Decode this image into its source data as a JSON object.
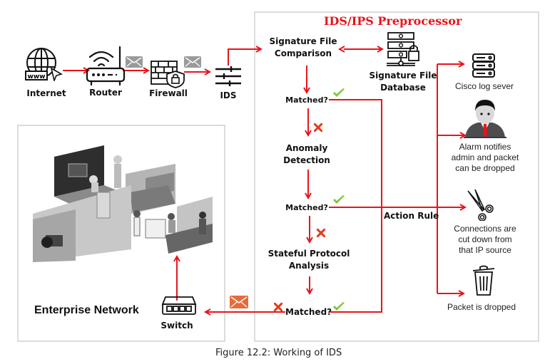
{
  "colors": {
    "flow": "#e8141b",
    "check": "#7cc73a",
    "cross": "#e33b1e",
    "envelope_gray": "#9a9a9a",
    "envelope_orange": "#e86a3a",
    "panel_border": "#dcdcdc"
  },
  "top_flow": {
    "nodes": [
      {
        "id": "internet",
        "label": "Internet",
        "icon": "globe-www-icon"
      },
      {
        "id": "router",
        "label": "Router",
        "icon": "wifi-router-icon"
      },
      {
        "id": "firewall",
        "label": "Firewall",
        "icon": "firewall-lock-icon"
      },
      {
        "id": "ids",
        "label": "IDS",
        "icon": "sliders-icon"
      }
    ]
  },
  "preprocessor": {
    "title": "IDS/IPS Preprocessor",
    "signature_comparison": [
      "Signature File",
      "Comparison"
    ],
    "signature_database": [
      "Signature File",
      "Database"
    ],
    "anomaly_detection": [
      "Anomaly",
      "Detection"
    ],
    "stateful_protocol": [
      "Stateful Protocol",
      "Analysis"
    ],
    "matched_label": "Matched?",
    "action_rule": "Action Rule"
  },
  "actions": [
    {
      "id": "log",
      "icon": "server-icon",
      "lines": [
        "Cisco log sever"
      ]
    },
    {
      "id": "alarm",
      "icon": "admin-person-icon",
      "lines": [
        "Alarm notifies",
        "admin and packet",
        "can be dropped"
      ]
    },
    {
      "id": "cut",
      "icon": "scissors-icon",
      "lines": [
        "Connections are",
        "cut down from",
        "that IP source"
      ]
    },
    {
      "id": "drop",
      "icon": "trash-can-icon",
      "lines": [
        "Packet is dropped"
      ]
    }
  ],
  "enterprise": {
    "label": "Enterprise Network",
    "switch_label": "Switch",
    "illustration": "office-cubicles-illustration"
  },
  "caption": "Figure 12.2: Working of IDS"
}
